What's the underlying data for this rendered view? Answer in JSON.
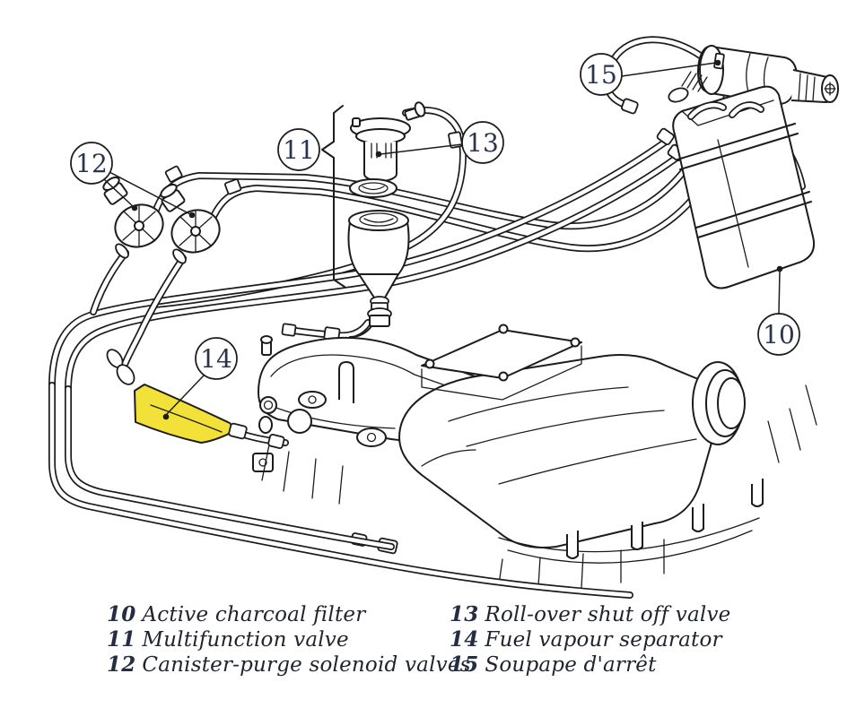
{
  "diagram": {
    "kind": "engine fuel vapour system parts illustration",
    "line_color": "#1c1c1c",
    "highlight_color": "#f2e139",
    "callout_number_color": "#2b344e",
    "callouts": [
      {
        "num": "10",
        "part": "Active charcoal filter"
      },
      {
        "num": "11",
        "part": "Multifunction valve"
      },
      {
        "num": "12",
        "part": "Canister-purge solenoid valves"
      },
      {
        "num": "13",
        "part": "Roll-over shut off valve"
      },
      {
        "num": "14",
        "part": "Fuel vapour separator"
      },
      {
        "num": "15",
        "part": "Soupape d'arrêt"
      }
    ],
    "legend": {
      "left": [
        {
          "num": "10",
          "label": "Active charcoal filter"
        },
        {
          "num": "11",
          "label": "Multifunction valve"
        },
        {
          "num": "12",
          "label": "Canister-purge solenoid valves"
        }
      ],
      "right": [
        {
          "num": "13",
          "label": "Roll-over shut off valve"
        },
        {
          "num": "14",
          "label": "Fuel vapour separator"
        },
        {
          "num": "15",
          "label": "Soupape d'arrêt"
        }
      ]
    }
  }
}
